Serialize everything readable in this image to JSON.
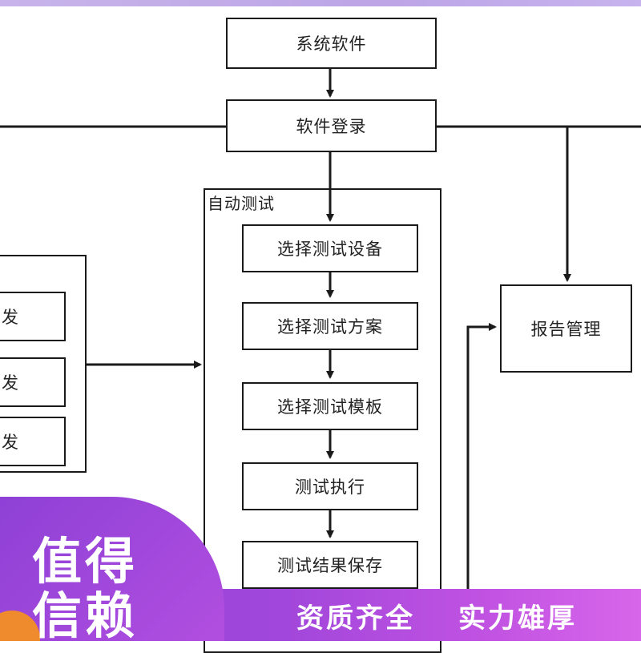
{
  "flowchart": {
    "system_software": "系统软件",
    "software_login": "软件登录",
    "auto_test": {
      "title": "自动测试",
      "steps": [
        "选择测试设备",
        "选择测试方案",
        "选择测试模板",
        "测试执行",
        "测试结果保存"
      ]
    },
    "report_management": "报告管理",
    "left_group": {
      "items": [
        "开发",
        "开发",
        "开发"
      ]
    }
  },
  "banner": {
    "slogan_line1": "值得",
    "slogan_line2": "信赖",
    "tag_1": "资质齐全",
    "tag_2": "实力雄厚",
    "colors": {
      "primary": "#9b45d9",
      "accent": "#f08b2d",
      "text": "#ffffff"
    }
  },
  "colors": {
    "line": "#1a1a1a",
    "top_strip": "#c2aded"
  }
}
